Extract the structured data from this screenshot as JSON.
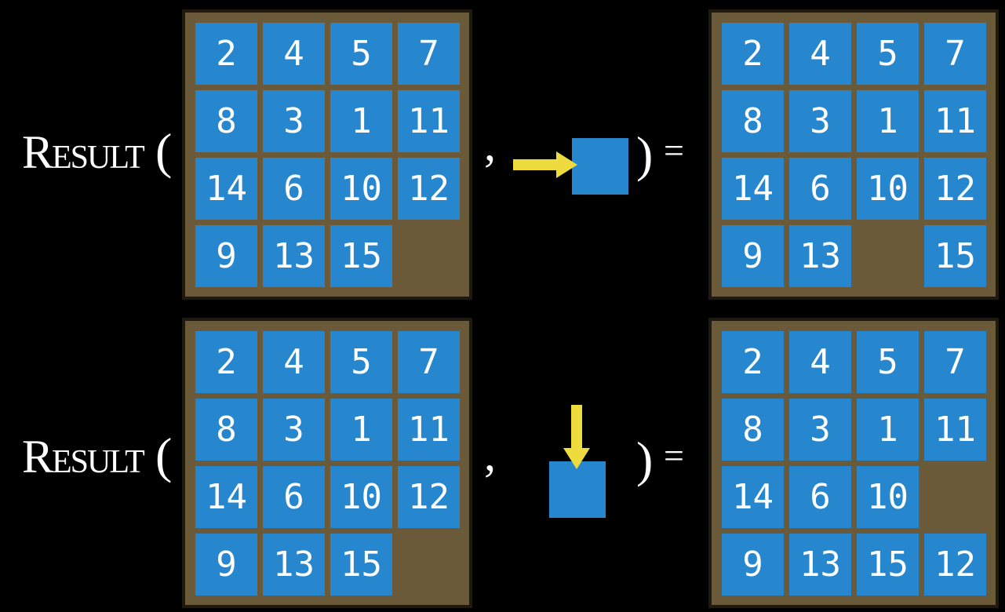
{
  "colors": {
    "background": "#000000",
    "board_brown": "#6A5A3A",
    "board_border": "#201910",
    "tile_blue": "#2787CE",
    "arrow_yellow": "#EEDB3D",
    "text_white": "#FFFFFF"
  },
  "equations": [
    {
      "function_name": "Result",
      "open_paren": "(",
      "comma": ",",
      "close_paren": ")",
      "equals_sign": "=",
      "move_direction": "right",
      "state_before": [
        [
          2,
          4,
          5,
          7
        ],
        [
          8,
          3,
          1,
          11
        ],
        [
          14,
          6,
          10,
          12
        ],
        [
          9,
          13,
          15,
          null
        ]
      ],
      "state_after": [
        [
          2,
          4,
          5,
          7
        ],
        [
          8,
          3,
          1,
          11
        ],
        [
          14,
          6,
          10,
          12
        ],
        [
          9,
          13,
          null,
          15
        ]
      ]
    },
    {
      "function_name": "Result",
      "open_paren": "(",
      "comma": ",",
      "close_paren": ")",
      "equals_sign": "=",
      "move_direction": "down",
      "state_before": [
        [
          2,
          4,
          5,
          7
        ],
        [
          8,
          3,
          1,
          11
        ],
        [
          14,
          6,
          10,
          12
        ],
        [
          9,
          13,
          15,
          null
        ]
      ],
      "state_after": [
        [
          2,
          4,
          5,
          7
        ],
        [
          8,
          3,
          1,
          11
        ],
        [
          14,
          6,
          10,
          null
        ],
        [
          9,
          13,
          15,
          12
        ]
      ]
    }
  ]
}
